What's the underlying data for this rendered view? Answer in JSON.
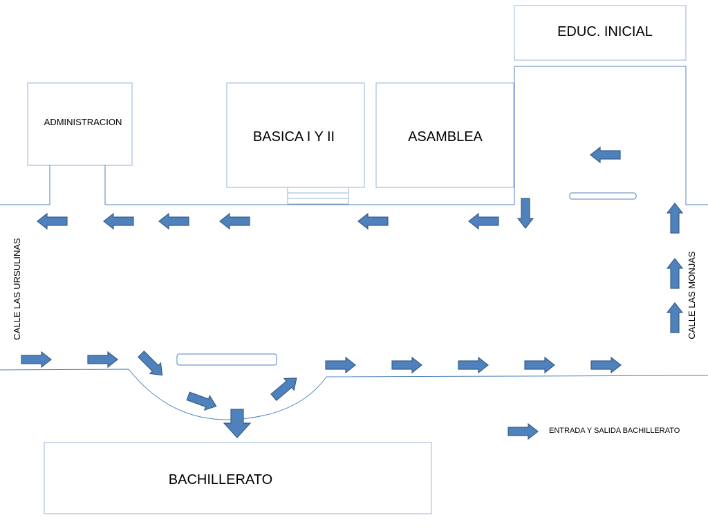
{
  "buildings": {
    "educ_inicial": "EDUC. INICIAL",
    "administracion": "ADMINISTRACION",
    "basica": "BASICA I Y II",
    "asamblea": "ASAMBLEA",
    "bachillerato": "BACHILLERATO"
  },
  "streets": {
    "left": "CALLE LAS URSULINAS",
    "right": "CALLE LAS MONJAS"
  },
  "legend": {
    "label": "ENTRADA Y SALIDA BACHILLERATO",
    "icon": "arrow-right-icon"
  },
  "colors": {
    "arrow_fill": "#4f81bd",
    "arrow_stroke": "#385d8a",
    "line": "#4f81bd",
    "box_border": "#95b3d7"
  }
}
